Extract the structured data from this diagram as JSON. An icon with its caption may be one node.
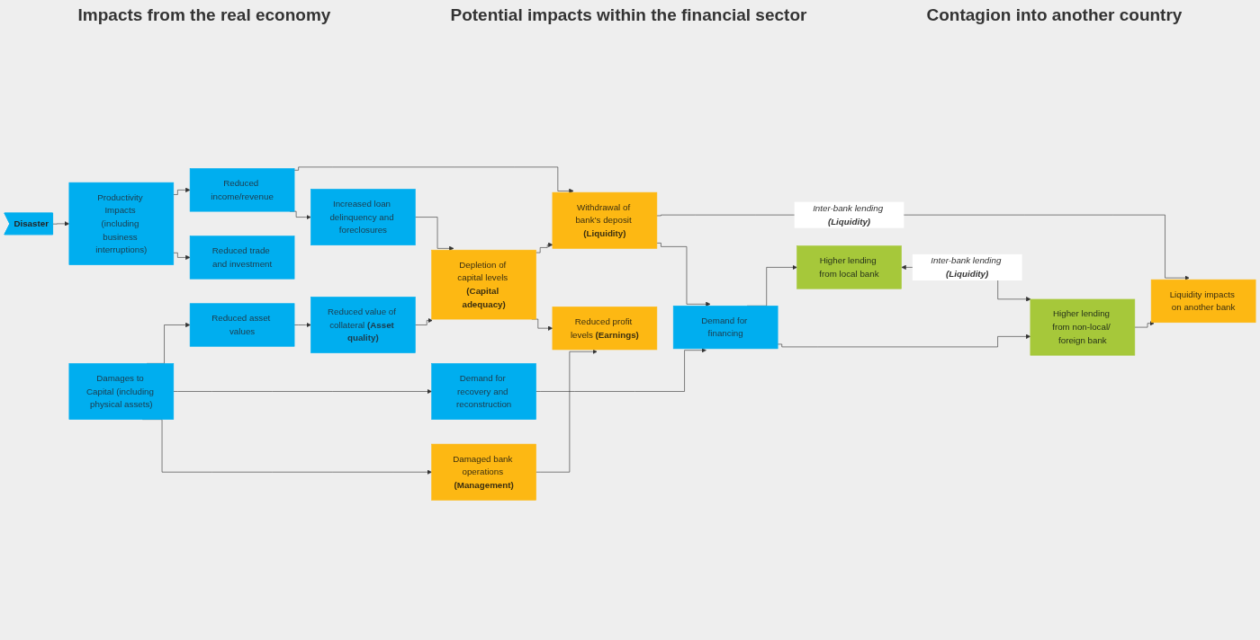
{
  "diagram": {
    "nodes": [
      {
        "text": [
          "Disaster"
        ]
      },
      {
        "text": [
          "Productivity Impacts (including business interruptions)"
        ]
      },
      {
        "text": [
          "Damages to Capital (including physical assets)"
        ]
      },
      {
        "text": [
          "Reduced income/revenue"
        ]
      },
      {
        "text": [
          "Increased loan delinquency and foreclosures"
        ]
      },
      {
        "text": [
          "Reduced asset values"
        ]
      },
      {
        "text": [
          "Reduced value of collateral **(Asset quality)**"
        ]
      },
      {
        "text": [
          "Demand for recovery and reconstruction"
        ]
      },
      {
        "text": [
          "Demand for financing"
        ]
      },
      {
        "text": [
          "Reduced trade and investment"
        ]
      },
      {
        "text": [
          "Depletion of capital levels **(Capital adequacy)**"
        ]
      },
      {
        "text": [
          "Damaged bank operations **(Management)**"
        ]
      },
      {
        "text": [
          "Higher lending from local bank"
        ]
      },
      {
        "text": [
          "Higher lending from non-local/ foreign bank"
        ]
      },
      {
        "text": [
          "Withdrawal of bank’s deposit **(Liquidity)**"
        ]
      },
      {
        "text": [
          "Reduced profit levels **(Earnings)**"
        ]
      },
      {
        "text": [
          "Liquidity impacts on another bank"
        ]
      }
    ],
    "edges": [
      {
        "from": 0,
        "to": 1,
        "arrow": "to"
      },
      {
        "from": 1,
        "to": 3,
        "arrow": "to"
      },
      {
        "from": 1,
        "to": 9,
        "arrow": "to"
      },
      {
        "from": 2,
        "to": 5,
        "arrow": "to"
      },
      {
        "from": 2,
        "to": 7,
        "arrow": "to"
      },
      {
        "from": 2,
        "to": 11,
        "arrow": "to"
      },
      {
        "from": 3,
        "to": 14,
        "arrow": "to"
      },
      {
        "from": 3,
        "to": 4,
        "arrow": "to"
      },
      {
        "from": 5,
        "to": 6,
        "arrow": "to"
      },
      {
        "from": 4,
        "to": 10,
        "arrow": "to"
      },
      {
        "from": 6,
        "to": 10,
        "arrow": "to"
      },
      {
        "from": 10,
        "to": 14,
        "arrow": "to"
      },
      {
        "from": 10,
        "to": 15,
        "arrow": "to"
      },
      {
        "from": 11,
        "to": 15,
        "arrow": "to"
      },
      {
        "from": 7,
        "to": 8,
        "arrow": "to"
      },
      {
        "from": 8,
        "to": 12,
        "arrow": "to"
      },
      {
        "from": 8,
        "to": 13,
        "arrow": "to"
      },
      {
        "from": 12,
        "to": 13,
        "arrow": "both",
        "label": "Inter-bank lending **(Liquidity)**"
      },
      {
        "from": 13,
        "to": 16,
        "arrow": "to"
      },
      {
        "from": 14,
        "to": 16,
        "arrow": "to",
        "label": "Inter-bank lending **(Liquidity)**"
      },
      {
        "from": 14,
        "to": 8,
        "arrow": "to"
      }
    ],
    "labels": [
      "Impacts from the real economy",
      "Potential impacts within the financial sector",
      "Contagion into another country"
    ]
  }
}
